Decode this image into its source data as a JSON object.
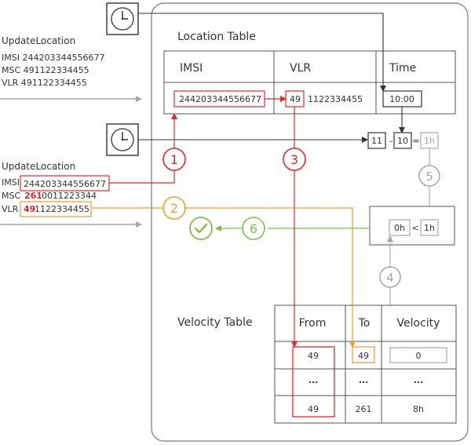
{
  "location_table": {
    "title": "Location Table",
    "headers": [
      "IMSI",
      "VLR",
      "Time"
    ],
    "row": {
      "imsi": "244203344556677",
      "vlr_prefix": "49",
      "vlr_rest": "1122334455",
      "time": "10:00"
    }
  },
  "velocity_table": {
    "title": "Velocity Table",
    "headers": [
      "From",
      "To",
      "Velocity"
    ],
    "rows": [
      {
        "from": "49",
        "to": "49",
        "velocity": "0"
      },
      {
        "from": "...",
        "to": "...",
        "velocity": "..."
      },
      {
        "from": "49",
        "to": "261",
        "velocity": "8h"
      }
    ]
  },
  "update_location_1": {
    "title": "UpdateLocation",
    "lines": [
      "IMSI 244203344556677",
      "MSC 491122334455",
      "VLR 491122334455"
    ]
  },
  "update_location_2": {
    "title": "UpdateLocation",
    "imsi_label": "IMSI",
    "imsi_value": "244203344556677",
    "msc_label": "MSC",
    "msc_prefix": "261",
    "msc_rest": "0011223344",
    "vlr_label": "VLR",
    "vlr_prefix": "49",
    "vlr_rest": "1122334455"
  },
  "time_calc": {
    "a": "11",
    "minus": "–",
    "b": "10",
    "equals": "=",
    "result": "1h"
  },
  "compare": {
    "left": "0h",
    "op": "<",
    "right": "1h"
  },
  "steps": [
    "1",
    "2",
    "3",
    "4",
    "5",
    "6"
  ],
  "colors": {
    "red": "#e3262e",
    "orange": "#f39a34",
    "green": "#7dc04b",
    "gray": "#a6a6a6",
    "dark": "#333333"
  }
}
